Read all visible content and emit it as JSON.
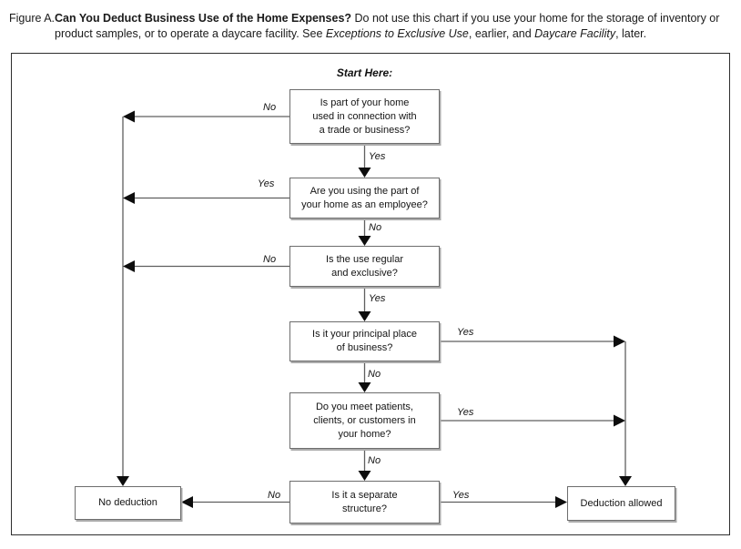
{
  "header": {
    "figure_label": "Figure A.",
    "title": "Can You Deduct Business Use of the Home Expenses?",
    "desc_1": " Do not use this chart if you use your home for the storage of inventory or product samples, or to operate a daycare facility. See ",
    "desc_italic_1": "Exceptions to Exclusive Use",
    "desc_2": ", earlier, and ",
    "desc_italic_2": "Daycare Facility",
    "desc_3": ", later."
  },
  "flow": {
    "start_label": "Start Here:",
    "boxes": {
      "q1": "Is part of your home\nused in connection with\na trade or business?",
      "q2": "Are you using the part of\nyour home as an employee?",
      "q3": "Is the use regular\nand exclusive?",
      "q4": "Is it your principal place\nof business?",
      "q5": "Do you meet patients,\nclients, or customers in\nyour home?",
      "q6": "Is it a separate\nstructure?",
      "no_deduction": "No deduction",
      "deduction_allowed": "Deduction allowed"
    },
    "labels": {
      "q1_no": "No",
      "q1_yes": "Yes",
      "q2_yes": "Yes",
      "q2_no": "No",
      "q3_no": "No",
      "q3_yes": "Yes",
      "q4_yes": "Yes",
      "q4_no": "No",
      "q5_yes": "Yes",
      "q5_no": "No",
      "q6_no": "No",
      "q6_yes": "Yes"
    }
  }
}
